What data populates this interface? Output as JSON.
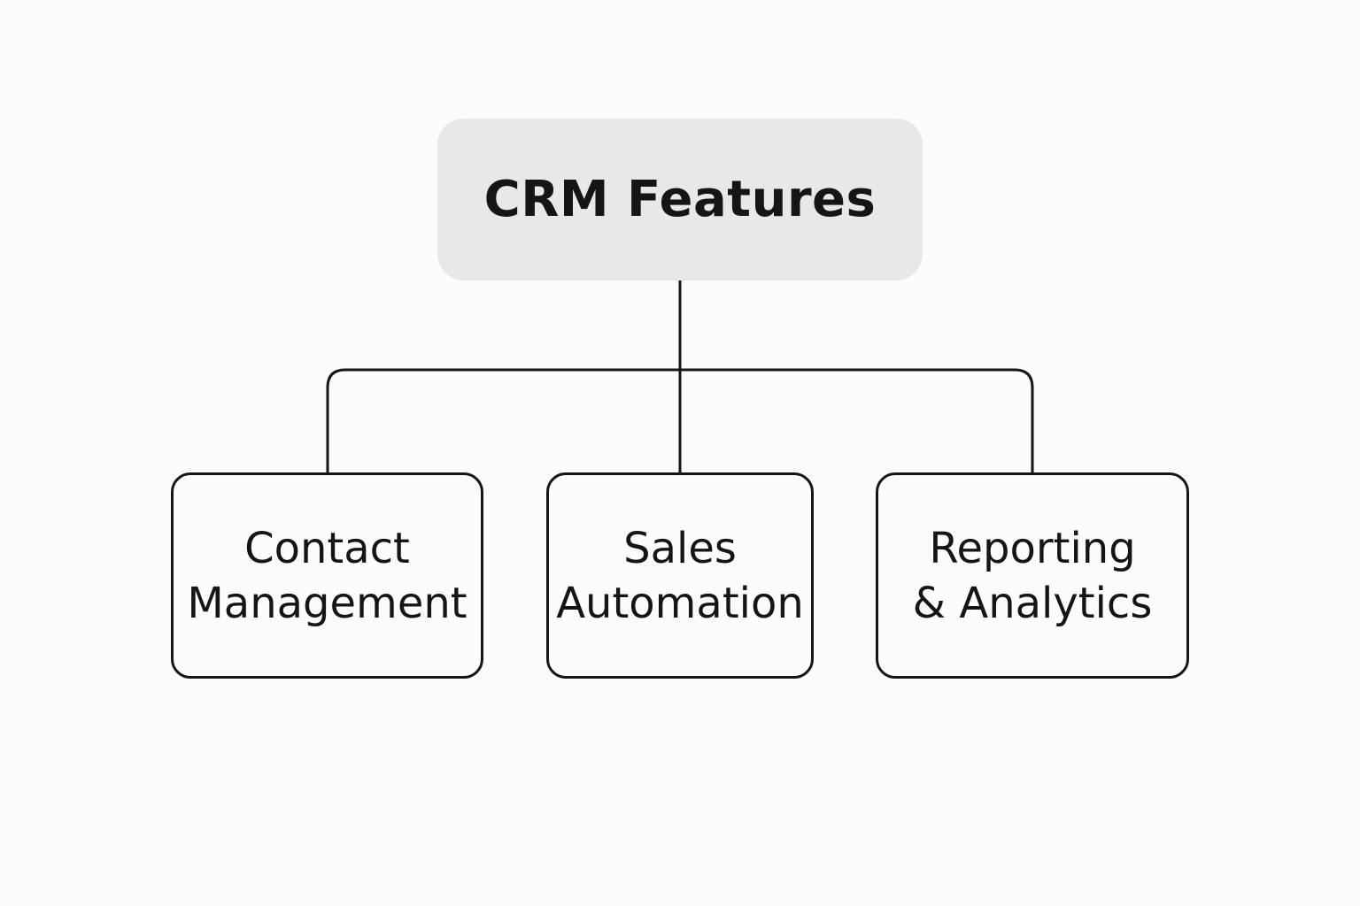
{
  "diagram": {
    "root": {
      "label": "CRM Features"
    },
    "children": [
      {
        "label": "Contact\nManagement"
      },
      {
        "label": "Sales\nAutomation"
      },
      {
        "label": "Reporting\n& Analytics"
      }
    ]
  },
  "colors": {
    "background": "#fcfcfa",
    "root_fill": "#e8e8e8",
    "stroke": "#151515",
    "text": "#151515"
  }
}
